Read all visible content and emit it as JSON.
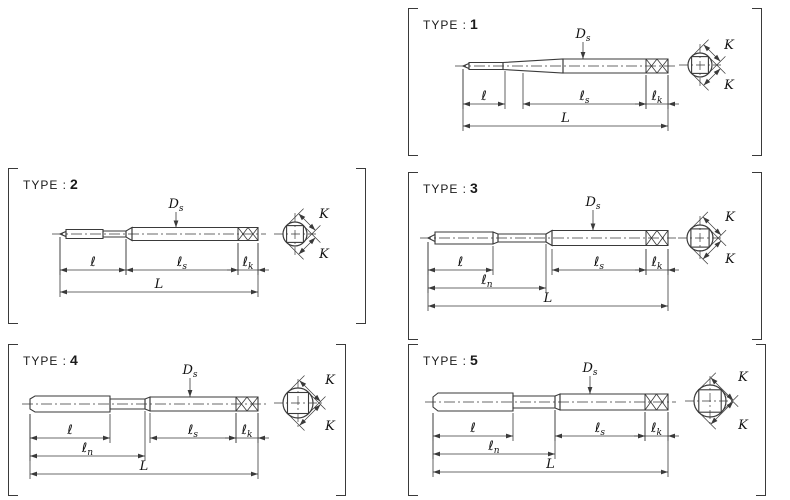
{
  "page": {
    "background": "#ffffff",
    "line_color": "#3a3a3a",
    "text_color": "#111111"
  },
  "dim_labels": {
    "l": {
      "main": "ℓ",
      "sub": ""
    },
    "ls": {
      "main": "ℓ",
      "sub": "s"
    },
    "lk": {
      "main": "ℓ",
      "sub": "k"
    },
    "ln": {
      "main": "ℓ",
      "sub": "n"
    },
    "L": {
      "main": "L",
      "sub": ""
    },
    "Ds": {
      "main": "D",
      "sub": "s"
    },
    "K": {
      "main": "K",
      "sub": ""
    }
  },
  "panels": [
    {
      "type_prefix": "TYPE :",
      "type_number": "1",
      "dimensions_shown": [
        "ℓ",
        "ℓs",
        "ℓk",
        "L",
        "Ds",
        "K",
        "K"
      ]
    },
    {
      "type_prefix": "TYPE :",
      "type_number": "2",
      "dimensions_shown": [
        "ℓ",
        "ℓs",
        "ℓk",
        "L",
        "Ds",
        "K",
        "K"
      ]
    },
    {
      "type_prefix": "TYPE :",
      "type_number": "3",
      "dimensions_shown": [
        "ℓ",
        "ℓn",
        "ℓs",
        "ℓk",
        "L",
        "Ds",
        "K",
        "K"
      ]
    },
    {
      "type_prefix": "TYPE :",
      "type_number": "4",
      "dimensions_shown": [
        "ℓ",
        "ℓn",
        "ℓs",
        "ℓk",
        "L",
        "Ds",
        "K",
        "K"
      ]
    },
    {
      "type_prefix": "TYPE :",
      "type_number": "5",
      "dimensions_shown": [
        "ℓ",
        "ℓn",
        "ℓs",
        "ℓk",
        "L",
        "Ds",
        "K",
        "K"
      ]
    }
  ]
}
